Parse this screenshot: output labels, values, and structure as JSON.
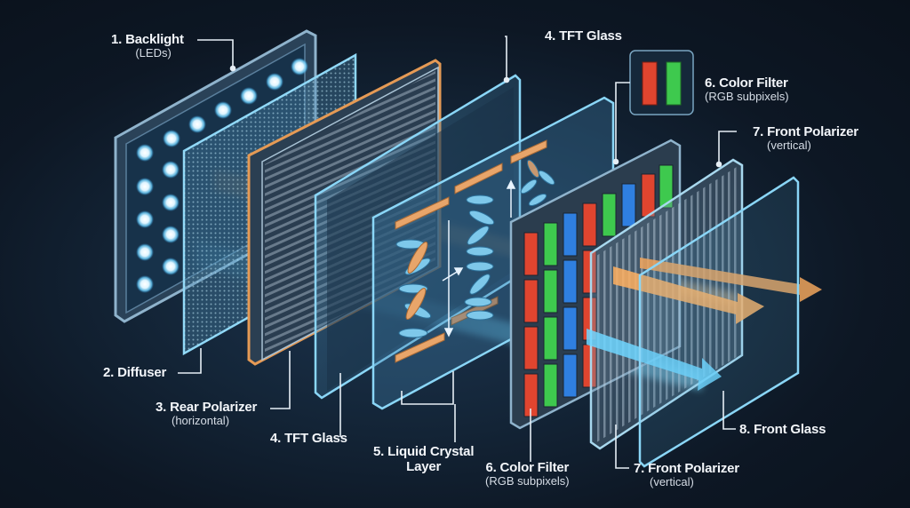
{
  "diagram": {
    "title": "LCD display layer stack (exploded view)",
    "background": "#0f1b2a",
    "colors": {
      "glass_edge": "#7fd3f5",
      "orange_accent": "#e59a55",
      "red": "#e0452f",
      "green": "#3ec94e",
      "blue": "#2f7fe0",
      "leds": "#e6f7ff",
      "light_beam_blue": "#5fd0ff",
      "light_beam_orange": "#ffb060"
    },
    "labels": {
      "backlight": {
        "title": "1. Backlight",
        "sub": "(LEDs)"
      },
      "diffuser": {
        "title": "2. Diffuser"
      },
      "rear_polarizer": {
        "title": "3. Rear Polarizer",
        "sub": "(horizontal)"
      },
      "tft_glass_top": {
        "title": "4. TFT Glass"
      },
      "tft_glass_bottom": {
        "title": "4. TFT Glass"
      },
      "liquid_crystal": {
        "title": "5. Liquid Crystal",
        "title2": "Layer"
      },
      "color_filter_top": {
        "title": "6. Color Filter",
        "sub": "(RGB subpixels)"
      },
      "color_filter_bottom": {
        "title": "6. Color Filter",
        "sub": "(RGB subpixels)"
      },
      "front_polarizer_top": {
        "title": "7. Front Polarizer",
        "sub": "(vertical)"
      },
      "front_polarizer_bottom": {
        "title": "7. Front Polarizer",
        "sub": "(vertical)"
      },
      "front_glass": {
        "title": "8. Front Glass"
      }
    },
    "layers": [
      {
        "order": 1,
        "name": "Backlight",
        "detail": "LEDs"
      },
      {
        "order": 2,
        "name": "Diffuser"
      },
      {
        "order": 3,
        "name": "Rear Polarizer",
        "detail": "horizontal"
      },
      {
        "order": 4,
        "name": "TFT Glass"
      },
      {
        "order": 5,
        "name": "Liquid Crystal Layer"
      },
      {
        "order": 6,
        "name": "Color Filter",
        "detail": "RGB subpixels"
      },
      {
        "order": 7,
        "name": "Front Polarizer",
        "detail": "vertical"
      },
      {
        "order": 8,
        "name": "Front Glass"
      }
    ],
    "color_filter_inset": [
      "red",
      "green"
    ]
  }
}
